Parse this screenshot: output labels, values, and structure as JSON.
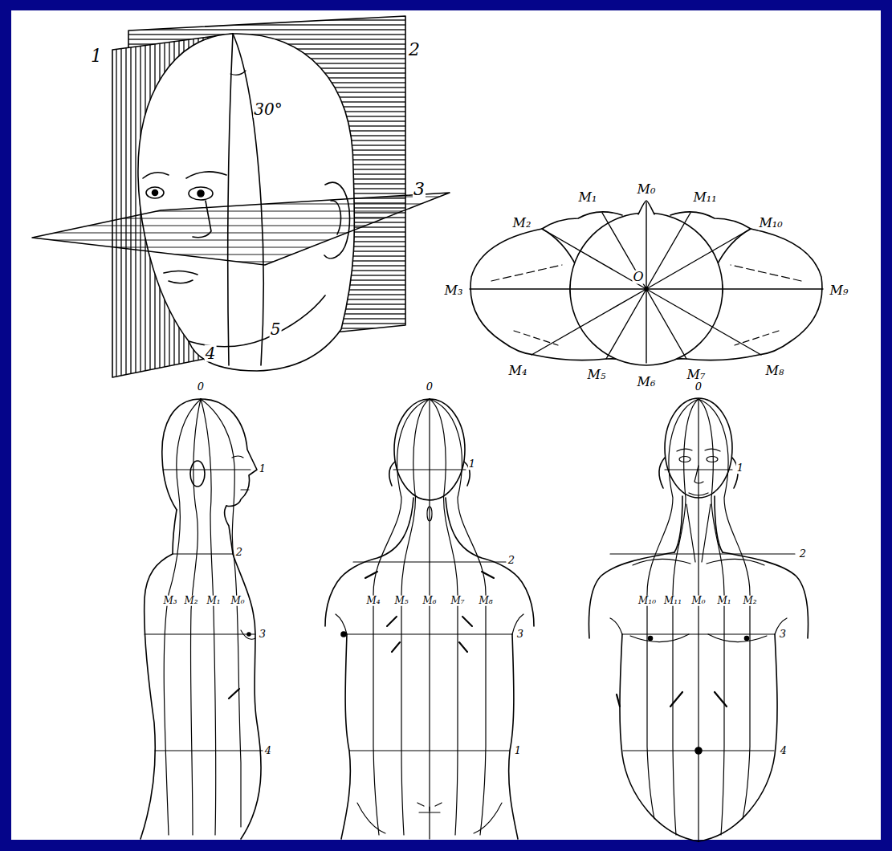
{
  "diagram": {
    "labels": [
      "1",
      "2",
      "30°",
      "3",
      "5",
      "4",
      "M₀",
      "M₁",
      "M₁₁",
      "M₂",
      "M₁₀",
      "O",
      "M₃",
      "M₉",
      "M₄",
      "M₅",
      "M₆",
      "M₇",
      "M₈",
      "0",
      "1",
      "2",
      "M₃",
      "M₂",
      "M₁",
      "M₀",
      "3",
      "4",
      "0",
      "1",
      "2",
      "M₄",
      "M₅",
      "M₆",
      "M₇",
      "M₈",
      "3",
      "1",
      "0",
      "1",
      "2",
      "M₁₀",
      "M₁₁",
      "M₀",
      "M₁",
      "M₂",
      "3",
      "4"
    ]
  }
}
